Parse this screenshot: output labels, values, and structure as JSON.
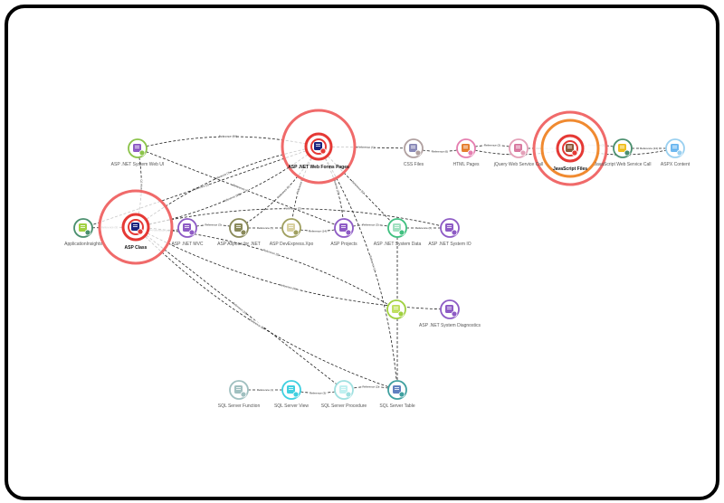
{
  "nodes": [
    {
      "id": "asp-webui",
      "label": "ASP .NET System Web UI",
      "color": "#8bc34a",
      "icon": "#8e5bc5",
      "iconName": "ui-component-icon"
    },
    {
      "id": "asp-webform",
      "label": "ASP .NET Web Forms Pages",
      "color": "#e53935",
      "icon": "#1a237e",
      "iconName": "user-icon",
      "critical": true,
      "bold": true
    },
    {
      "id": "css",
      "label": "CSS Files",
      "color": "#b0a0a0",
      "icon": "#8a8ab8",
      "iconName": "css-file-icon"
    },
    {
      "id": "html",
      "label": "HTML Pages",
      "color": "#e57fb0",
      "icon": "#e57f30",
      "iconName": "html-file-icon"
    },
    {
      "id": "jquery",
      "label": "jQuery Web Service Call",
      "color": "#e4a0b8",
      "icon": "#d87aa0",
      "iconName": "service-call-icon"
    },
    {
      "id": "jsfiles",
      "label": "JavaScript Files",
      "color": "#e53935",
      "icon": "#8d5a3b",
      "iconName": "javascript-file-icon",
      "critical": true,
      "bold": true,
      "warn": true
    },
    {
      "id": "jswscall",
      "label": "JavaScript Web Service Call",
      "color": "#4a8f6e",
      "icon": "#f0c020",
      "iconName": "service-call-icon"
    },
    {
      "id": "aspxcontent",
      "label": "ASPX Content",
      "color": "#9ad0f0",
      "icon": "#6eb8f0",
      "iconName": "content-icon"
    },
    {
      "id": "appinsights",
      "label": "ApplicationInsights",
      "color": "#4a8f6e",
      "icon": "#a0d040",
      "iconName": "insights-icon"
    },
    {
      "id": "aspclass",
      "label": "ASP Class",
      "color": "#e53935",
      "icon": "#1a237e",
      "iconName": "class-icon",
      "critical": true,
      "bold": true
    },
    {
      "id": "asp-net-mvc",
      "label": "ASP .NET MVC",
      "color": "#8e5bc5",
      "icon": "#8e5bc5",
      "iconName": "mvc-icon"
    },
    {
      "id": "aspose",
      "label": "ASP Aspose for .NET",
      "color": "#8a8a5a",
      "icon": "#8a8a5a",
      "iconName": "library-icon"
    },
    {
      "id": "devexpress",
      "label": "ASP DevExpress.Xpo",
      "color": "#a0a060",
      "icon": "#d8d0a0",
      "iconName": "library-icon"
    },
    {
      "id": "asp-projects",
      "label": "ASP Projects",
      "color": "#8e5bc5",
      "icon": "#8e5bc5",
      "iconName": "project-icon"
    },
    {
      "id": "sysdata",
      "label": "ASP .NET System Data",
      "color": "#40c080",
      "icon": "#a0e0c0",
      "iconName": "data-icon"
    },
    {
      "id": "sysio",
      "label": "ASP .NET System IO",
      "color": "#8e5bc5",
      "icon": "#8e5bc5",
      "iconName": "io-icon"
    },
    {
      "id": "sysdiag-left",
      "label": "",
      "color": "#a0d040",
      "icon": "#c0e060",
      "iconName": "library-icon"
    },
    {
      "id": "sysdiag",
      "label": "ASP .NET System Diagnostics",
      "color": "#8e5bc5",
      "icon": "#8e5bc5",
      "iconName": "diagnostics-icon"
    },
    {
      "id": "sqlfunc",
      "label": "SQL Server Function",
      "color": "#a0c0c0",
      "icon": "#a0c0c0",
      "iconName": "function-icon"
    },
    {
      "id": "sqlview",
      "label": "SQL Server View",
      "color": "#40d0e0",
      "icon": "#40d0e0",
      "iconName": "view-icon"
    },
    {
      "id": "sqlproc",
      "label": "SQL Server Procedure",
      "color": "#a0e0e0",
      "icon": "#c0f0f0",
      "iconName": "procedure-icon"
    },
    {
      "id": "sqltable",
      "label": "SQL Server Table",
      "color": "#40a0a0",
      "icon": "#6080c0",
      "iconName": "table-icon"
    }
  ],
  "edges": [
    {
      "from": "asp-webui",
      "to": "asp-webform",
      "label": "Reference (99)"
    },
    {
      "from": "asp-webform",
      "to": "css",
      "label": "Reference (5)"
    },
    {
      "from": "css",
      "to": "html",
      "label": "Reference (6)"
    },
    {
      "from": "html",
      "to": "jquery",
      "label": "Reference (2)"
    },
    {
      "from": "jquery",
      "to": "jsfiles",
      "label": "Reference (2)"
    },
    {
      "from": "html",
      "to": "jsfiles",
      "label": "Reference (3)"
    },
    {
      "from": "jsfiles",
      "to": "jswscall",
      "label": "Reference (3)"
    },
    {
      "from": "jswscall",
      "to": "aspxcontent",
      "label": "Reference (24)"
    },
    {
      "from": "jsfiles",
      "to": "aspxcontent",
      "label": "Reference (4)"
    },
    {
      "from": "asp-webui",
      "to": "aspclass",
      "label": "Reference (7)"
    },
    {
      "from": "appinsights",
      "to": "aspclass",
      "label": "Reference (9)"
    },
    {
      "from": "aspclass",
      "to": "asp-net-mvc",
      "label": "Reference (12)"
    },
    {
      "from": "asp-net-mvc",
      "to": "aspose",
      "label": "Reference (3)"
    },
    {
      "from": "aspose",
      "to": "devexpress",
      "label": "Reference (5)"
    },
    {
      "from": "devexpress",
      "to": "asp-projects",
      "label": "Reference (14)"
    },
    {
      "from": "asp-projects",
      "to": "sysdata",
      "label": "Reference (3)"
    },
    {
      "from": "sysdata",
      "to": "sysio",
      "label": "Reference (6)"
    },
    {
      "from": "aspclass",
      "to": "asp-webform",
      "label": "Reference (88)"
    },
    {
      "from": "asp-webform",
      "to": "asp-projects",
      "label": "Reference (15)"
    },
    {
      "from": "asp-webform",
      "to": "sysdata",
      "label": "Reference (5)"
    },
    {
      "from": "asp-webform",
      "to": "devexpress",
      "label": "Reference (4)"
    },
    {
      "from": "asp-webform",
      "to": "aspose",
      "label": "Reference (6)"
    },
    {
      "from": "asp-webform",
      "to": "appinsights",
      "label": "Reference (3)"
    },
    {
      "from": "aspclass",
      "to": "sysdiag",
      "label": "Reference (5)"
    },
    {
      "from": "aspclass",
      "to": "sysdiag-left",
      "label": "Reference (2)"
    },
    {
      "from": "aspclass",
      "to": "sqlproc",
      "label": "Reference (11)"
    },
    {
      "from": "aspclass",
      "to": "sqltable",
      "label": "Reference (8)"
    },
    {
      "from": "asp-webform",
      "to": "sqltable",
      "label": "Reference (4)"
    },
    {
      "from": "sysdata",
      "to": "sqltable",
      "label": "Reference (3)"
    },
    {
      "from": "sqltable",
      "to": "sqlproc",
      "label": "Reference (2)"
    },
    {
      "from": "sqlproc",
      "to": "sqlview",
      "label": "Reference (3)"
    },
    {
      "from": "sqlview",
      "to": "sqlfunc",
      "label": "Reference (1)"
    },
    {
      "from": "asp-webform",
      "to": "aspclass",
      "label": "Reference (7)"
    },
    {
      "from": "aspclass",
      "to": "sysio",
      "label": "Reference (2)"
    },
    {
      "from": "asp-webui",
      "to": "asp-projects",
      "label": "Reference (4)"
    }
  ]
}
